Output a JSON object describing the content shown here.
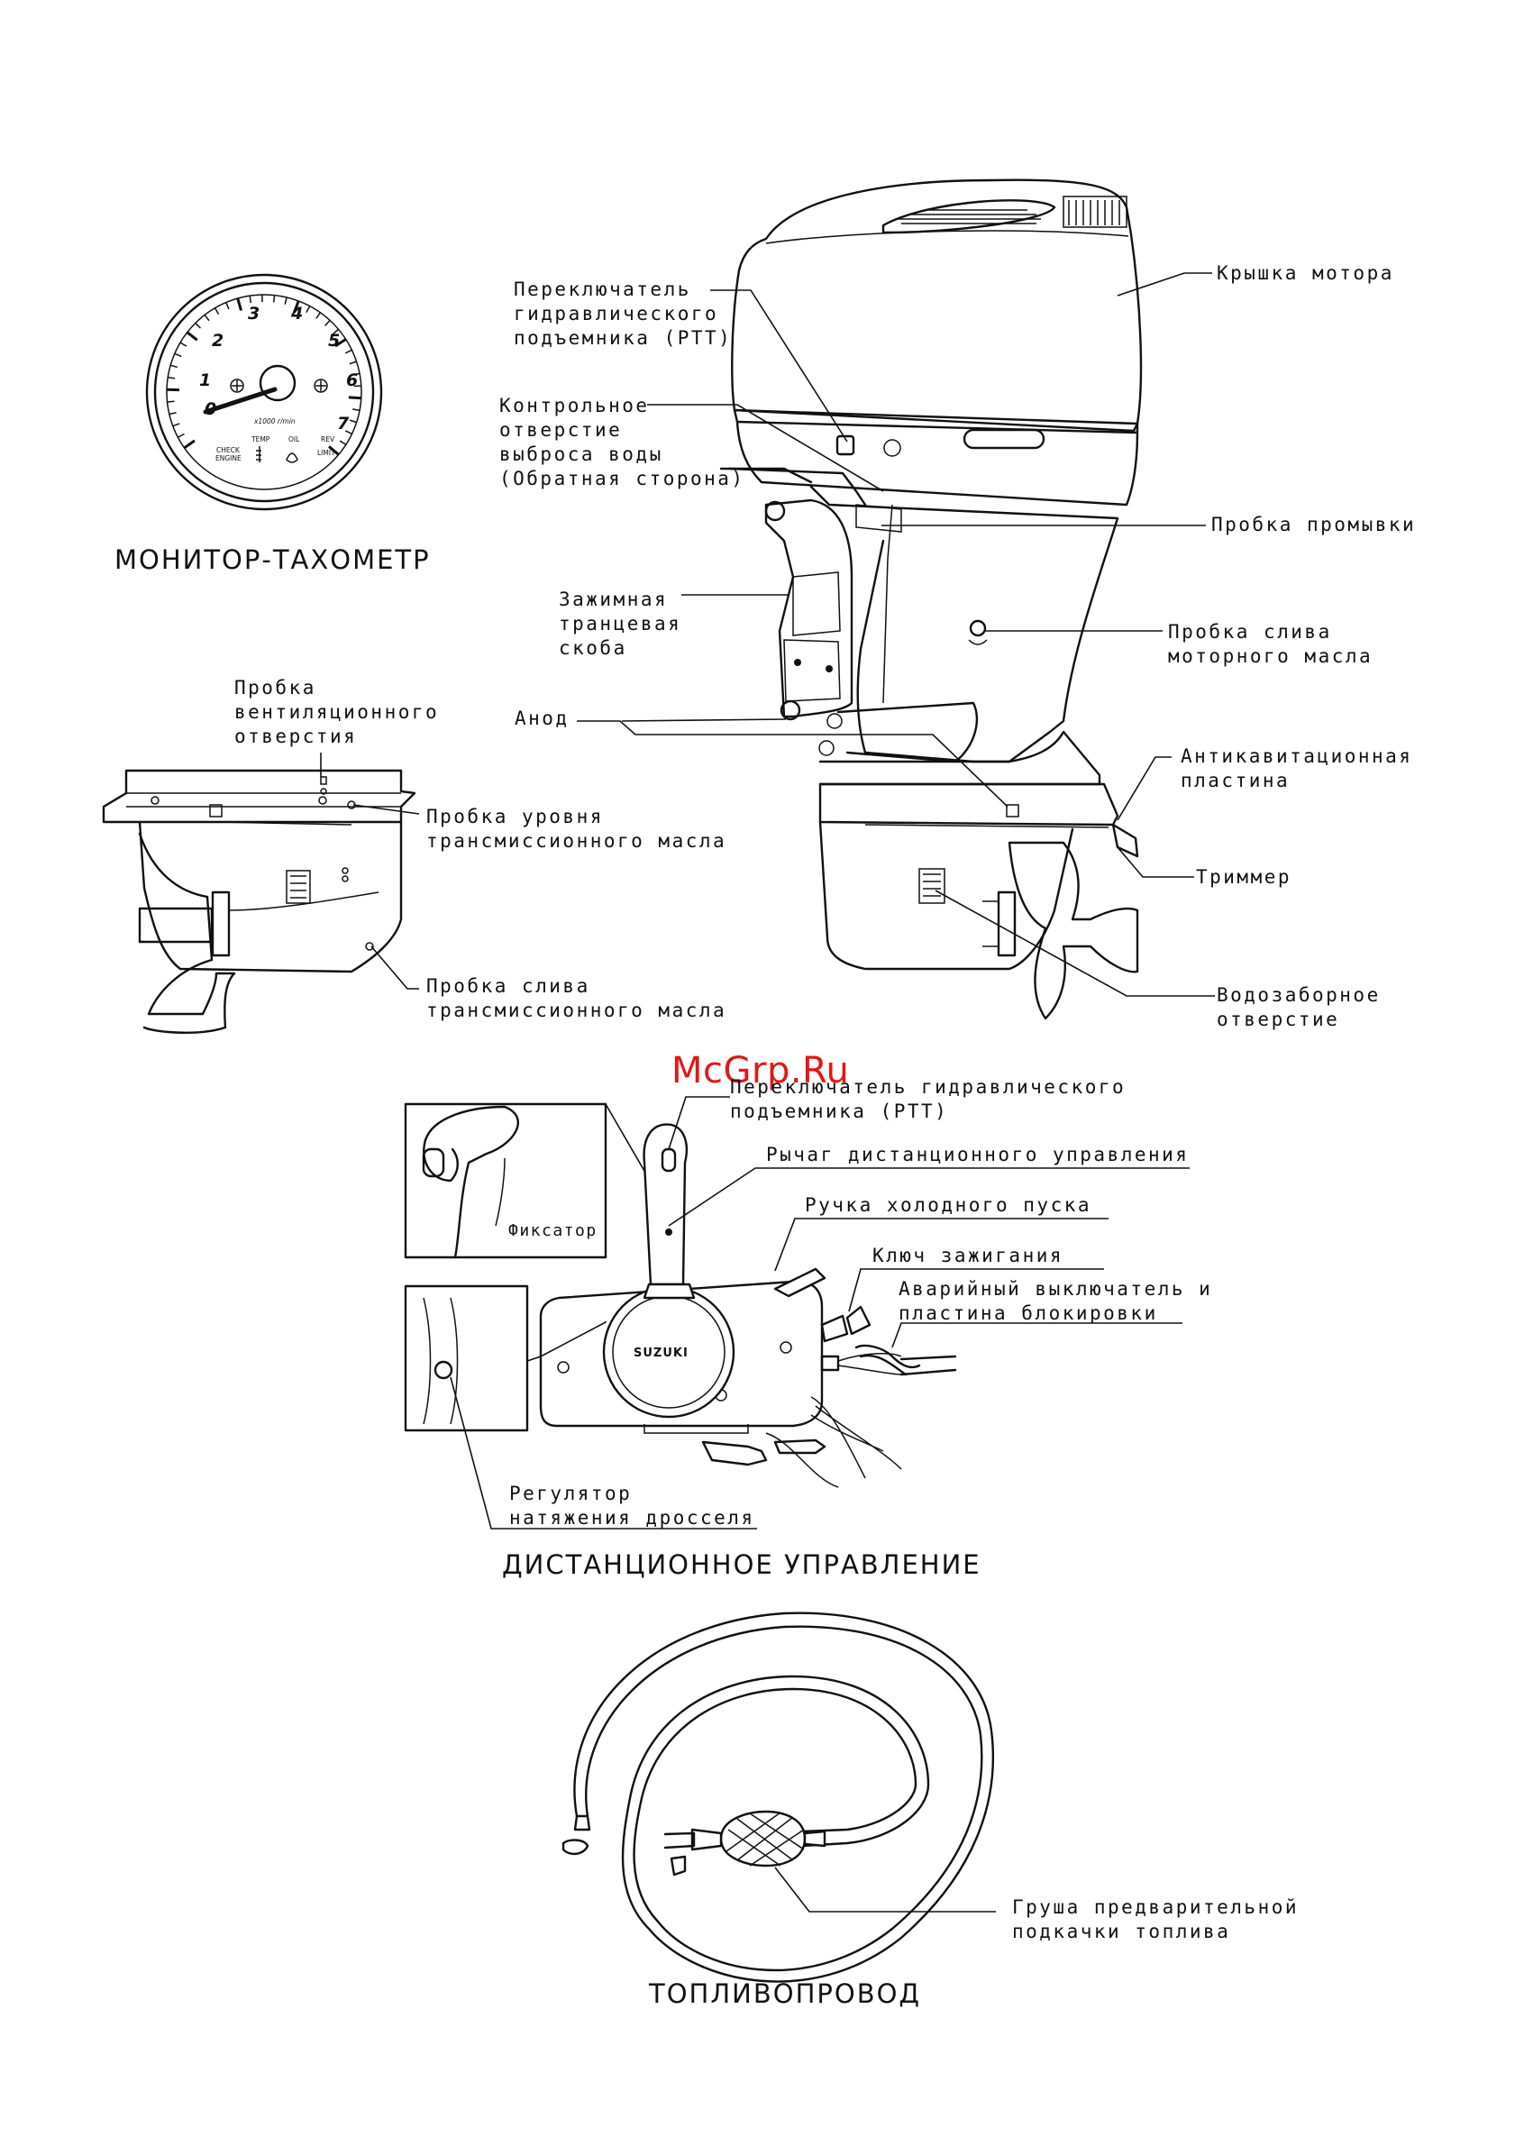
{
  "watermark": "McGrp.Ru",
  "sections": {
    "tachometer_title": "МОНИТОР-ТАХОМЕТР",
    "remote_title": "ДИСТАНЦИОННОЕ УПРАВЛЕНИЕ",
    "fuel_title": "ТОПЛИВОПРОВОД"
  },
  "tachometer": {
    "numbers": [
      "1",
      "2",
      "3",
      "4",
      "5",
      "6",
      "7"
    ],
    "zero": "0",
    "unit": "x1000 r/min",
    "indicators": [
      "CHECK",
      "ENGINE",
      "TEMP",
      "OIL",
      "REV",
      "LIMIT"
    ]
  },
  "engine_labels": {
    "ptt_switch": [
      "Переключатель",
      "гидравлического",
      "подъемника (PTT)"
    ],
    "motor_cover": "Крышка мотора",
    "water_check": [
      "Контрольное",
      "отверстие",
      "выброса воды",
      "(Обратная сторона)"
    ],
    "flush_plug": "Пробка промывки",
    "clamp_bracket": [
      "Зажимная",
      "транцевая",
      "скоба"
    ],
    "engine_oil_drain": [
      "Пробка слива",
      "моторного масла"
    ],
    "anode": "Анод",
    "anti_cavitation": [
      "Антикавитационная",
      "пластина"
    ],
    "trim_tab": "Триммер",
    "water_intake": [
      "Водозаборное",
      "отверстие"
    ],
    "vent_plug": [
      "Пробка",
      "вентиляционного",
      "отверстия"
    ],
    "gear_oil_level": [
      "Пробка уровня",
      "трансмиссионного масла"
    ],
    "gear_oil_drain": [
      "Пробка слива",
      "трансмиссионного масла"
    ]
  },
  "remote_labels": {
    "ptt_switch": [
      "Переключатель гидравлического",
      "подъемника (PTT)"
    ],
    "control_lever": "Рычаг дистанционного управления",
    "fast_idle": "Ручка холодного пуска",
    "ignition_key": "Ключ зажигания",
    "stop_switch": [
      "Аварийный выключатель и",
      "пластина блокировки"
    ],
    "lock": "Фиксатор",
    "throttle_tension": [
      "Регулятор",
      "натяжения дросселя"
    ],
    "brand": "SUZUKI"
  },
  "fuel_labels": {
    "primer_bulb": [
      "Груша предварительной",
      "подкачки топлива"
    ]
  }
}
